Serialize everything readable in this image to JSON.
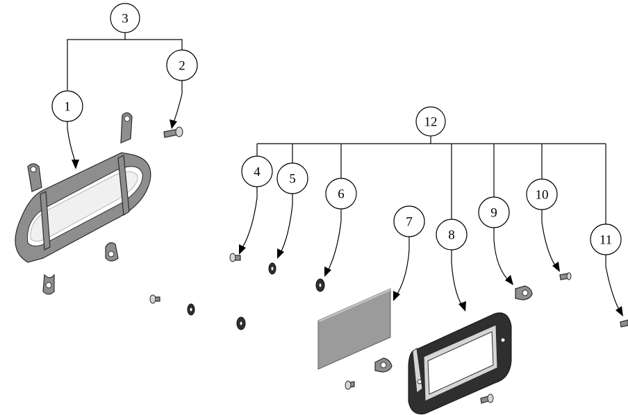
{
  "diagram": {
    "callouts": [
      {
        "id": "c1",
        "label": "1"
      },
      {
        "id": "c2",
        "label": "2"
      },
      {
        "id": "c3",
        "label": "3"
      },
      {
        "id": "c4",
        "label": "4"
      },
      {
        "id": "c5",
        "label": "5"
      },
      {
        "id": "c6",
        "label": "6"
      },
      {
        "id": "c7",
        "label": "7"
      },
      {
        "id": "c8",
        "label": "8"
      },
      {
        "id": "c9",
        "label": "9"
      },
      {
        "id": "c10",
        "label": "10"
      },
      {
        "id": "c11",
        "label": "11"
      },
      {
        "id": "c12",
        "label": "12"
      }
    ],
    "colors": {
      "line": "#000000",
      "metal": "#8e8e8e",
      "plate": "#9b9b9b",
      "dark": "#2f2f2f"
    }
  }
}
